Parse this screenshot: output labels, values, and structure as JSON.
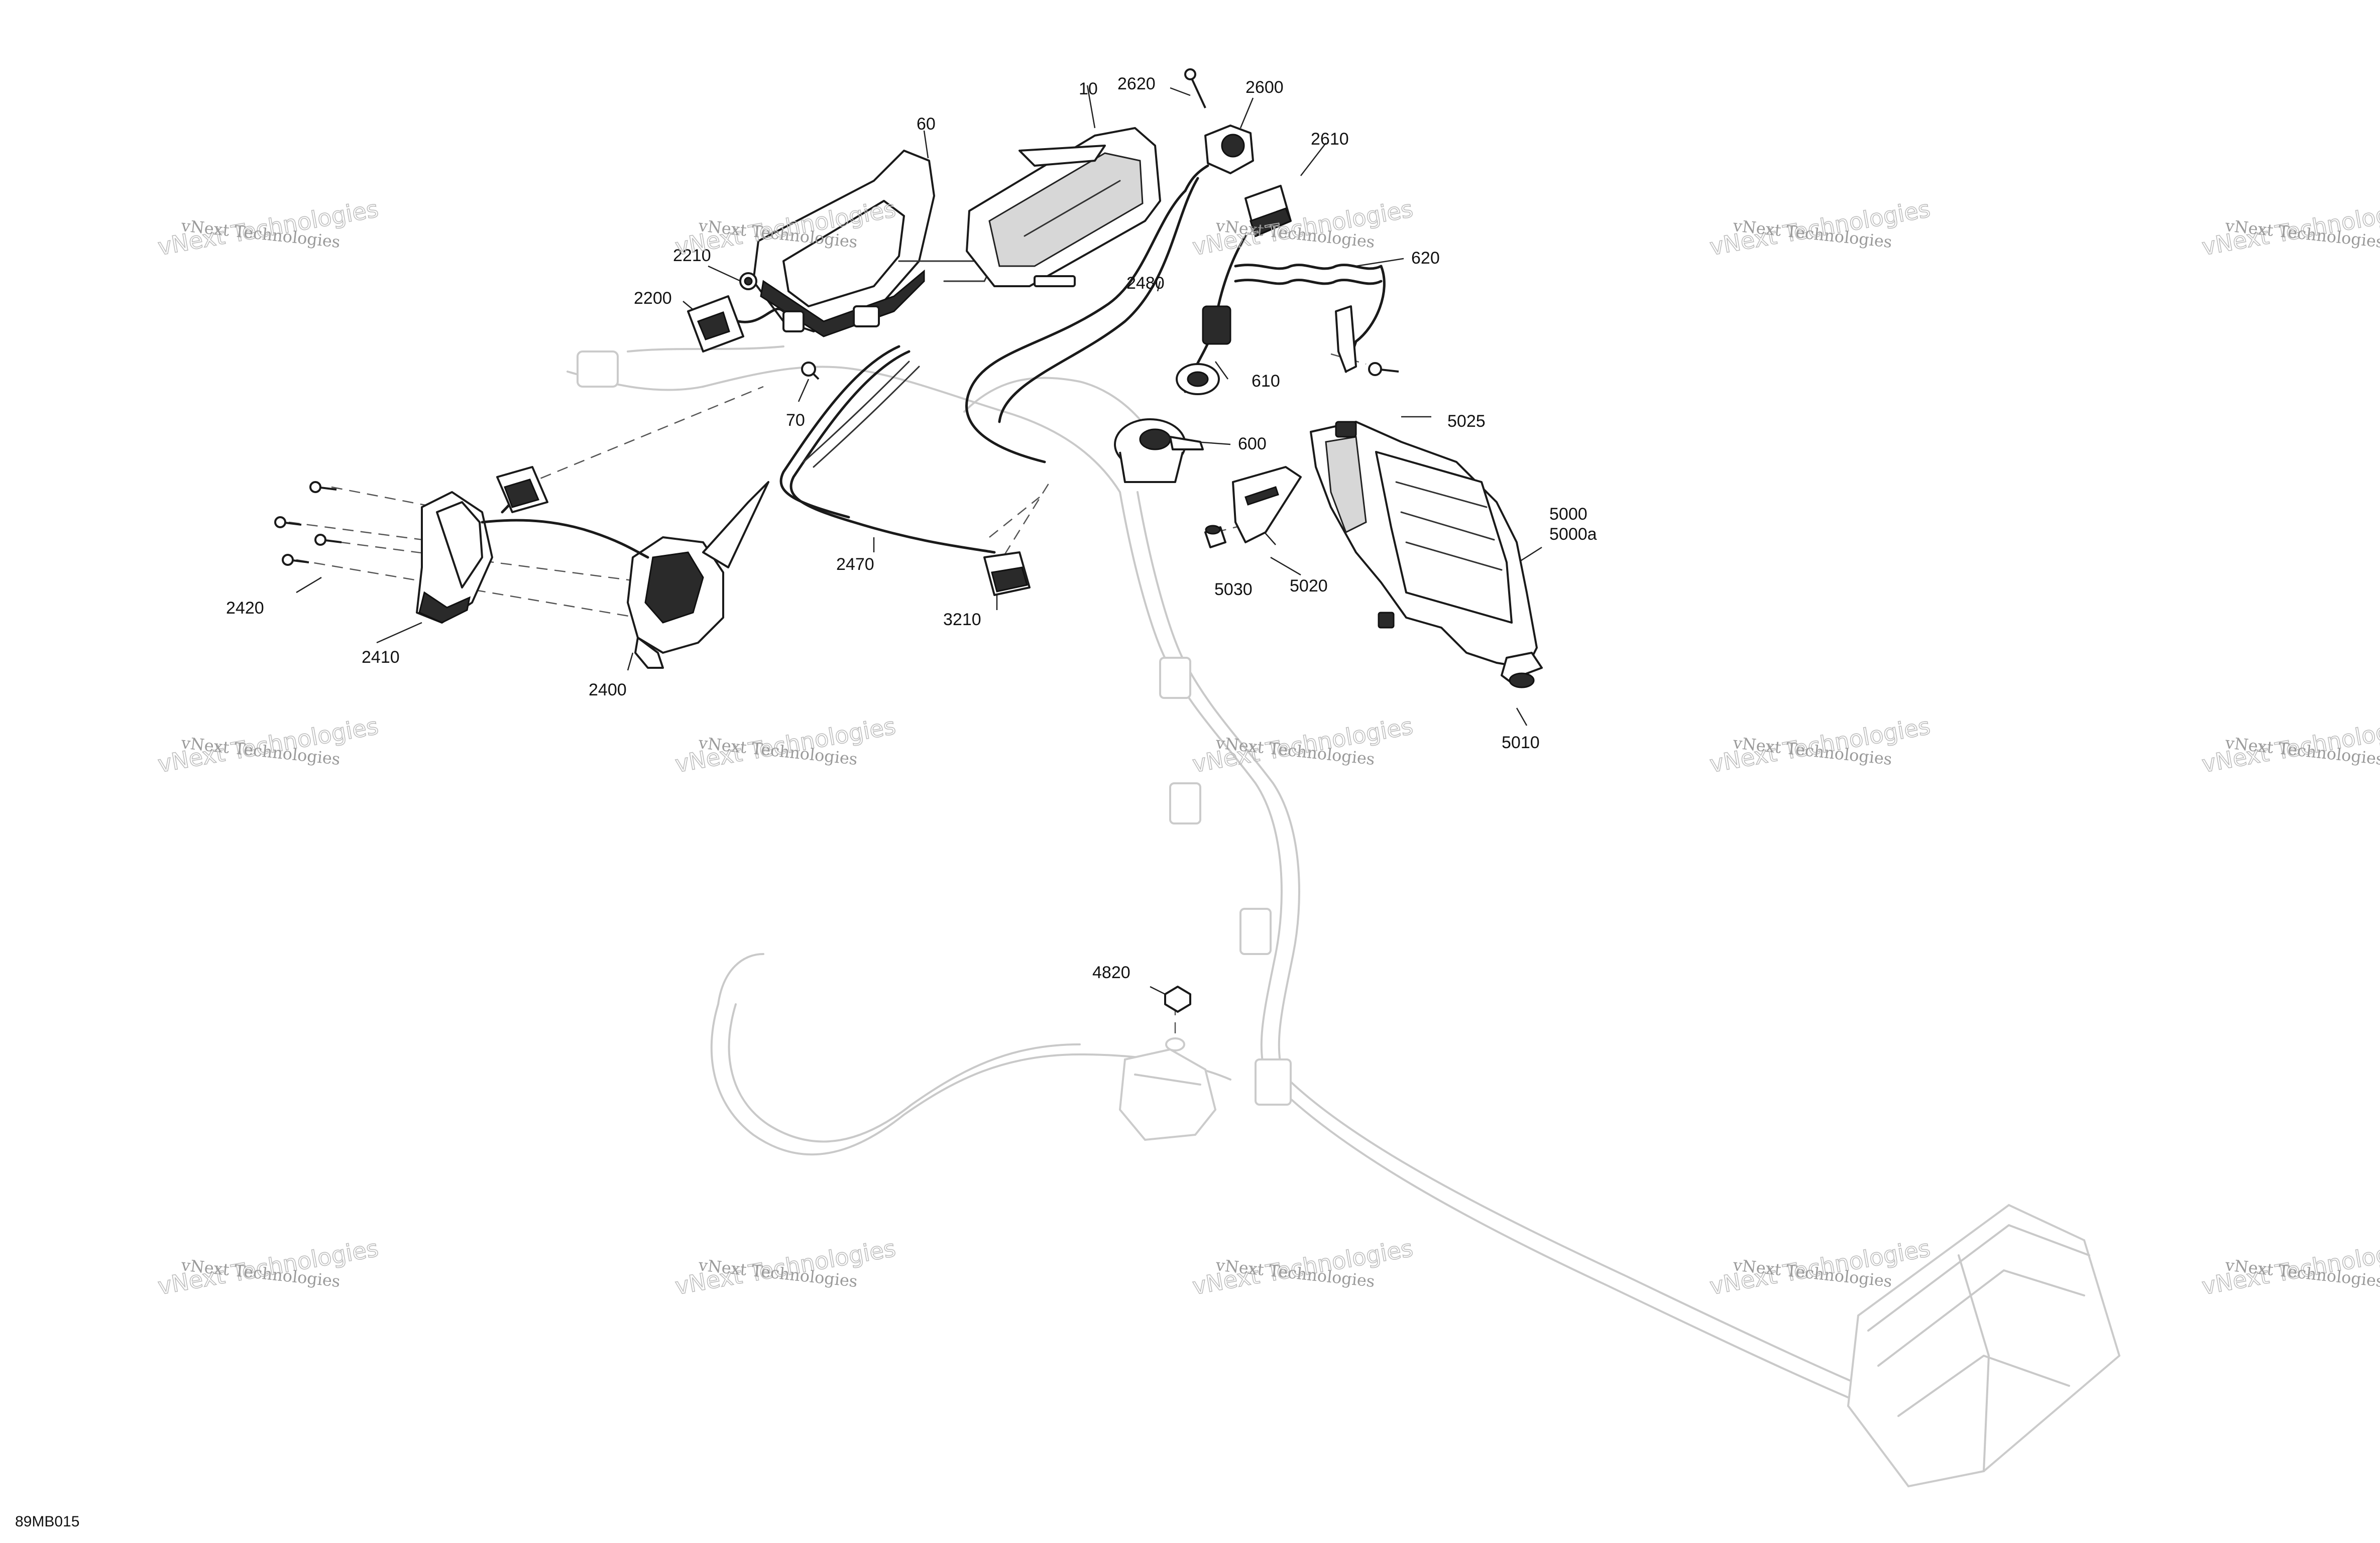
{
  "diagram_code": "89MB015",
  "watermark": {
    "line1": "vNext Technologies",
    "line2": "vNext Technologies"
  },
  "callouts": [
    {
      "id": "10",
      "text": "10"
    },
    {
      "id": "60",
      "text": "60"
    },
    {
      "id": "70",
      "text": "70"
    },
    {
      "id": "600",
      "text": "600"
    },
    {
      "id": "610",
      "text": "610"
    },
    {
      "id": "620",
      "text": "620"
    },
    {
      "id": "2200",
      "text": "2200"
    },
    {
      "id": "2210",
      "text": "2210"
    },
    {
      "id": "2400",
      "text": "2400"
    },
    {
      "id": "2410",
      "text": "2410"
    },
    {
      "id": "2420",
      "text": "2420"
    },
    {
      "id": "2470",
      "text": "2470"
    },
    {
      "id": "2480",
      "text": "2480"
    },
    {
      "id": "2600",
      "text": "2600"
    },
    {
      "id": "2610",
      "text": "2610"
    },
    {
      "id": "2620",
      "text": "2620"
    },
    {
      "id": "3210",
      "text": "3210"
    },
    {
      "id": "4820",
      "text": "4820"
    },
    {
      "id": "5000",
      "text": "5000"
    },
    {
      "id": "5000a",
      "text": "5000a"
    },
    {
      "id": "5010",
      "text": "5010"
    },
    {
      "id": "5020",
      "text": "5020"
    },
    {
      "id": "5025",
      "text": "5025"
    },
    {
      "id": "5030",
      "text": "5030"
    }
  ]
}
